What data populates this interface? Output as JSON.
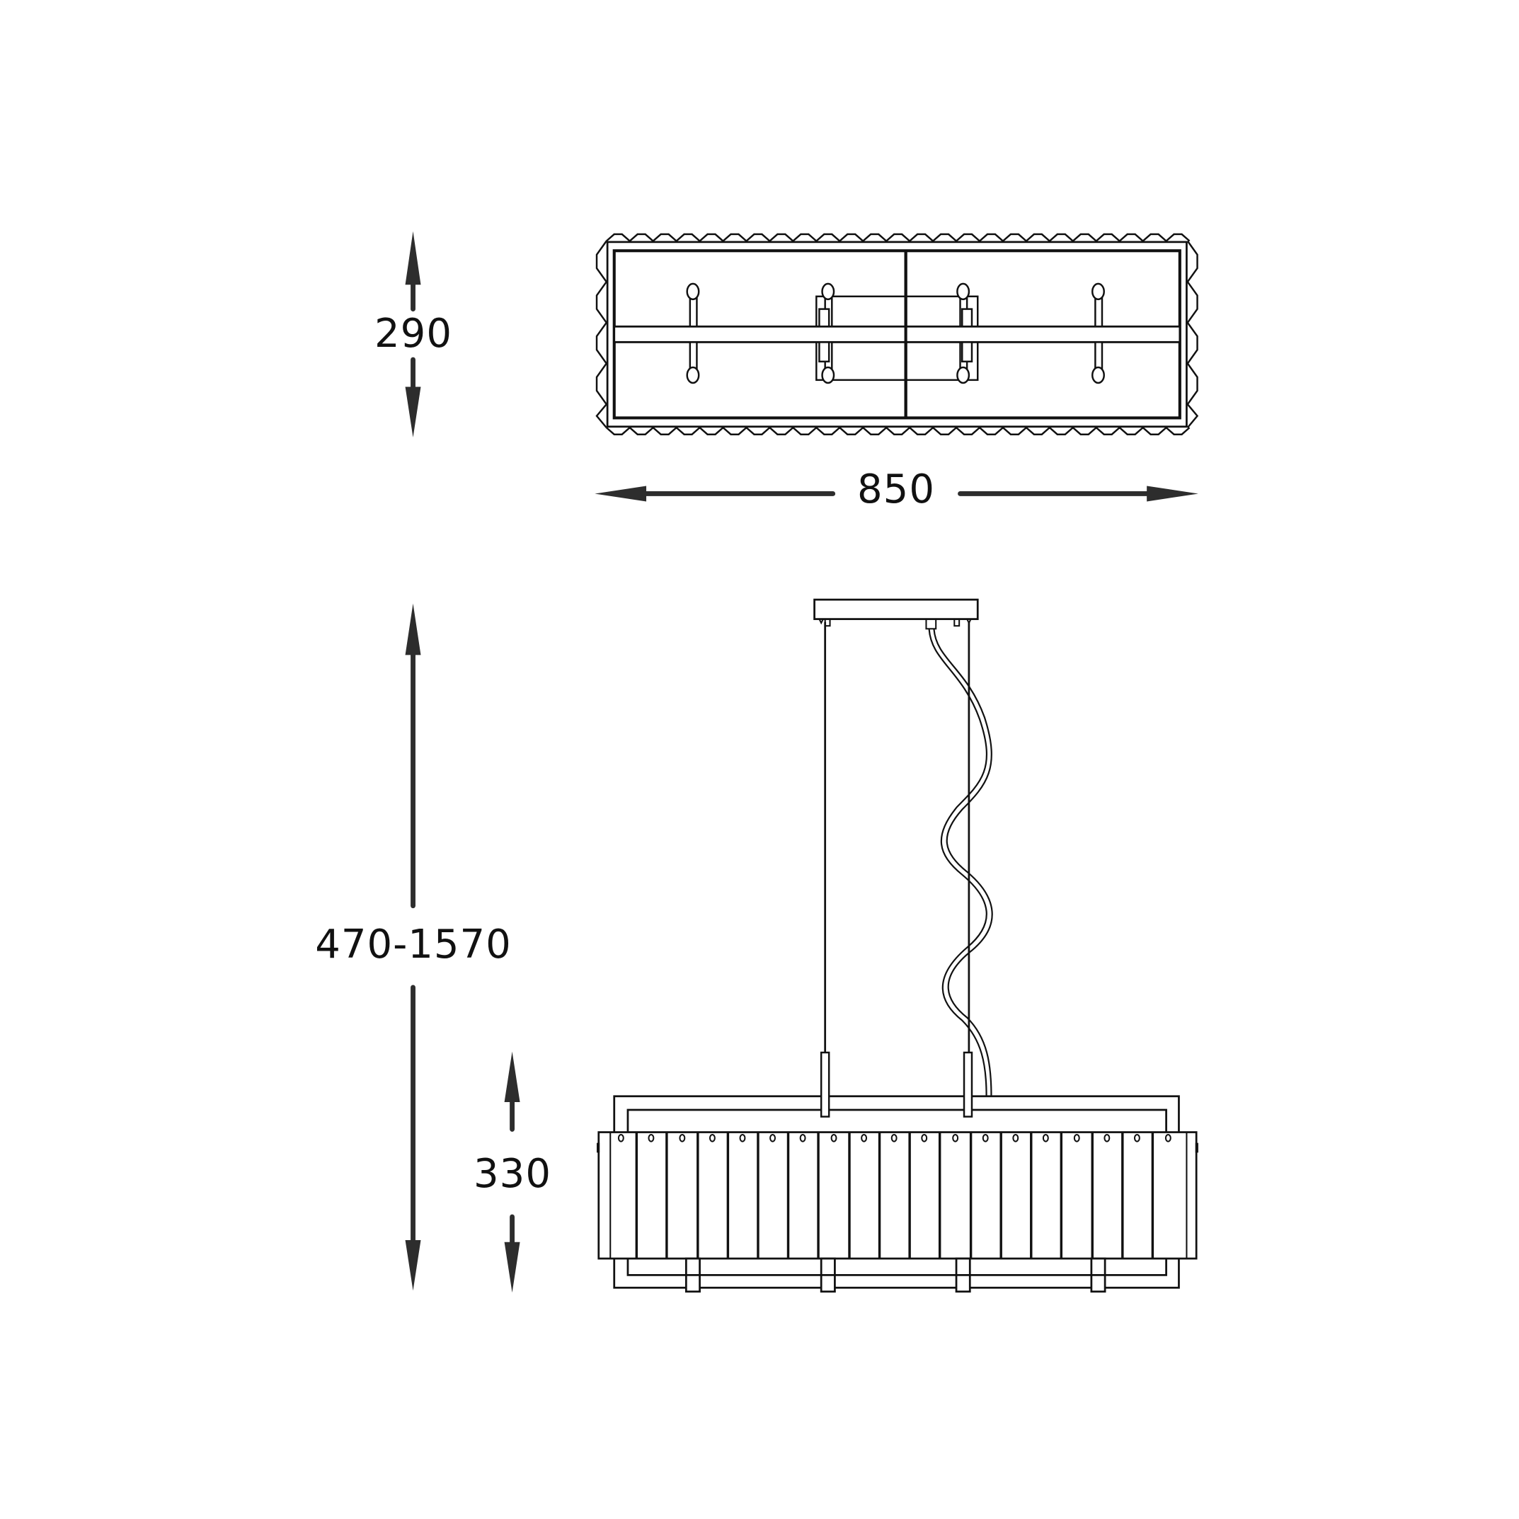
{
  "drawing": {
    "type": "technical-dimension-drawing",
    "subject": "rectangular pendant chandelier",
    "views": [
      "top-view",
      "side-view"
    ],
    "line_color": "#111111",
    "arrow_color": "#2d2d2d",
    "background": "#ffffff"
  },
  "dimensions": {
    "top_depth": "290",
    "top_width": "850",
    "overall_height": "470-1570",
    "shade_height": "330"
  },
  "top_view": {
    "bulb_count": 4,
    "scalloped_edge": true
  },
  "side_view": {
    "panel_count": 19,
    "suspension_rods": 2,
    "cable": "coiled power cable",
    "bottom_supports": 4
  }
}
